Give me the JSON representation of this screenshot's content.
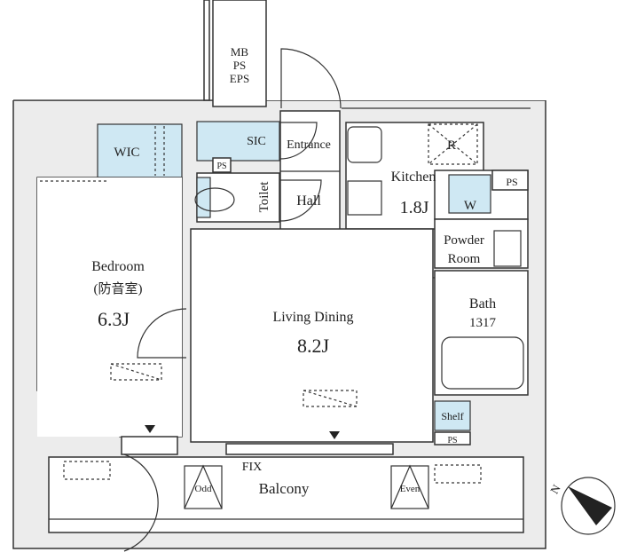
{
  "rooms": {
    "mb_ps_eps": [
      "MB",
      "PS",
      "EPS"
    ],
    "wic": "WIC",
    "sic": "SIC",
    "entrance": "Entrance",
    "ps_small": "PS",
    "toilet": "Toilet",
    "hall": "Hall",
    "kitchen": "Kitchen",
    "kitchen_size": "1.8J",
    "refrigerator": "R",
    "washer": "W",
    "ps_kitchen": "PS",
    "powder_room": [
      "Powder",
      "Room"
    ],
    "bath": "Bath",
    "bath_size": "1317",
    "bedroom": "Bedroom",
    "bedroom_sub": "(防音室)",
    "bedroom_size": "6.3J",
    "living": "Living Dining",
    "living_size": "8.2J",
    "shelf": "Shelf",
    "ps_bottom": "PS",
    "fix": "FIX",
    "balcony": "Balcony",
    "odd": "Odd",
    "even": "Even"
  },
  "compass": {
    "label": "N"
  },
  "colors": {
    "wall": "#ececec",
    "storage": "#cfe8f3"
  }
}
